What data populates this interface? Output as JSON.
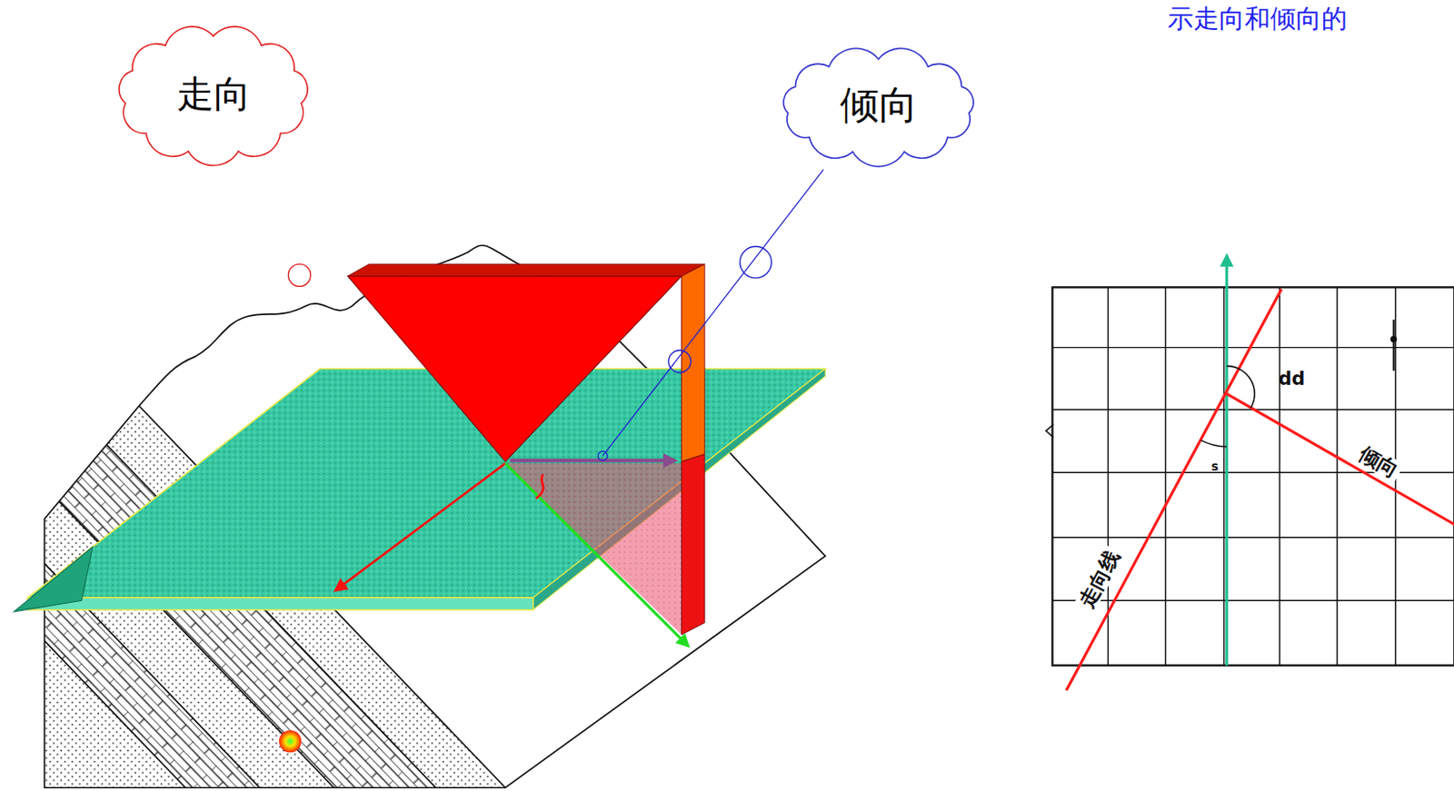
{
  "diagram": {
    "nodes": [
      {
        "text": [
          "走向"
        ]
      },
      {
        "text": [
          "倾向"
        ]
      }
    ],
    "labels": [
      "示走向和倾向的",
      "dd",
      "s",
      "走向线",
      "倾向"
    ]
  }
}
